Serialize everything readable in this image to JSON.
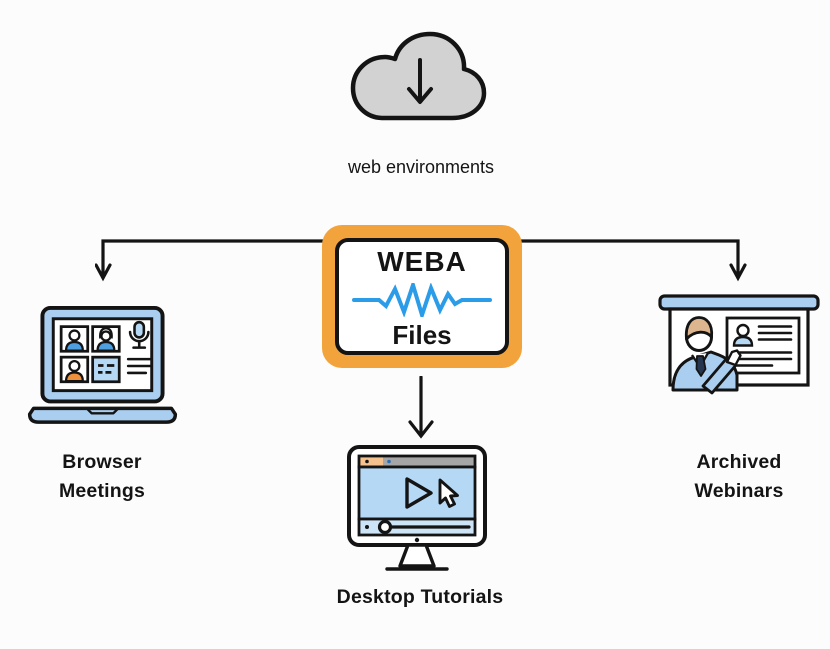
{
  "colors": {
    "background": "#FCFCFC",
    "ink": "#141414",
    "accent-orange": "#F2A33C",
    "wave-blue": "#2B9CE8",
    "light-blue": "#A9CEEF",
    "screen-blue": "#B5D8F5",
    "pale-blue": "#CDE4F7",
    "shirt-blue": "#4D9FE0",
    "shirt-orange": "#F0913C",
    "hair-tan": "#DDB68F",
    "cloud-gray": "#D2D2D2",
    "bar-gray": "#A6A6A6",
    "bar-orange": "#F5C18D",
    "tie-navy": "#24364F",
    "dot-blue": "#2D6FB2"
  },
  "diagram": {
    "source": {
      "label": "web environments",
      "icon": "cloud-download-icon"
    },
    "hub": {
      "title": "WEBA",
      "subtitle": "Files",
      "icon": "audio-waveform-icon"
    },
    "targets": [
      {
        "id": "browser-meetings",
        "label": "Browser\nMeetings",
        "icon": "laptop-video-call-icon",
        "direction": "left"
      },
      {
        "id": "desktop-tutorials",
        "label": "Desktop Tutorials",
        "icon": "desktop-video-player-icon",
        "direction": "down"
      },
      {
        "id": "archived-webinars",
        "label": "Archived\nWebinars",
        "icon": "webinar-presenter-icon",
        "direction": "right"
      }
    ],
    "edges": [
      {
        "from": "weba-files-hub",
        "to": "browser-meetings",
        "style": "elbow-arrow"
      },
      {
        "from": "weba-files-hub",
        "to": "desktop-tutorials",
        "style": "straight-arrow"
      },
      {
        "from": "weba-files-hub",
        "to": "archived-webinars",
        "style": "elbow-arrow"
      }
    ]
  }
}
